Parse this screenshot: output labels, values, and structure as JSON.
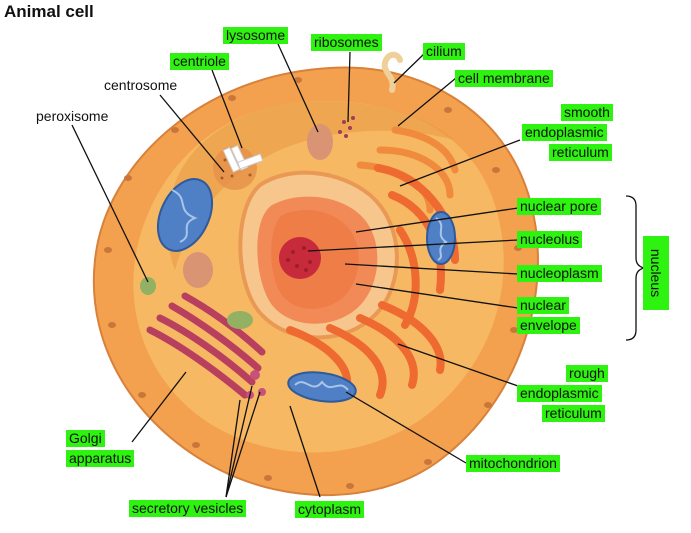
{
  "title": "Animal cell",
  "labels": {
    "lysosome": "lysosome",
    "ribosomes": "ribosomes",
    "cilium": "cilium",
    "centriole": "centriole",
    "cell_membrane": "cell membrane",
    "centrosome": "centrosome",
    "peroxisome": "peroxisome",
    "smooth_er": [
      "smooth",
      "endoplasmic",
      "reticulum"
    ],
    "nuclear_pore": "nuclear pore",
    "nucleolus": "nucleolus",
    "nucleoplasm": "nucleoplasm",
    "nuclear_envelope": [
      "nuclear",
      "envelope"
    ],
    "nucleus": "nucleus",
    "rough_er": [
      "rough",
      "endoplasmic",
      "reticulum"
    ],
    "golgi": [
      "Golgi",
      "apparatus"
    ],
    "mitochondrion": "mitochondrion",
    "secretory_vesicles": "secretory vesicles",
    "cytoplasm": "cytoplasm"
  },
  "colors": {
    "highlight": "#2ef20f",
    "cell_outer": "#f3a14e",
    "cytoplasm": "#f6b862",
    "nucleus": "#f7c68d",
    "rough_er": "#ee6a30",
    "golgi": "#b8405e",
    "mitochondrion": "#4f7fc4",
    "nucleolus": "#c72a3a"
  }
}
